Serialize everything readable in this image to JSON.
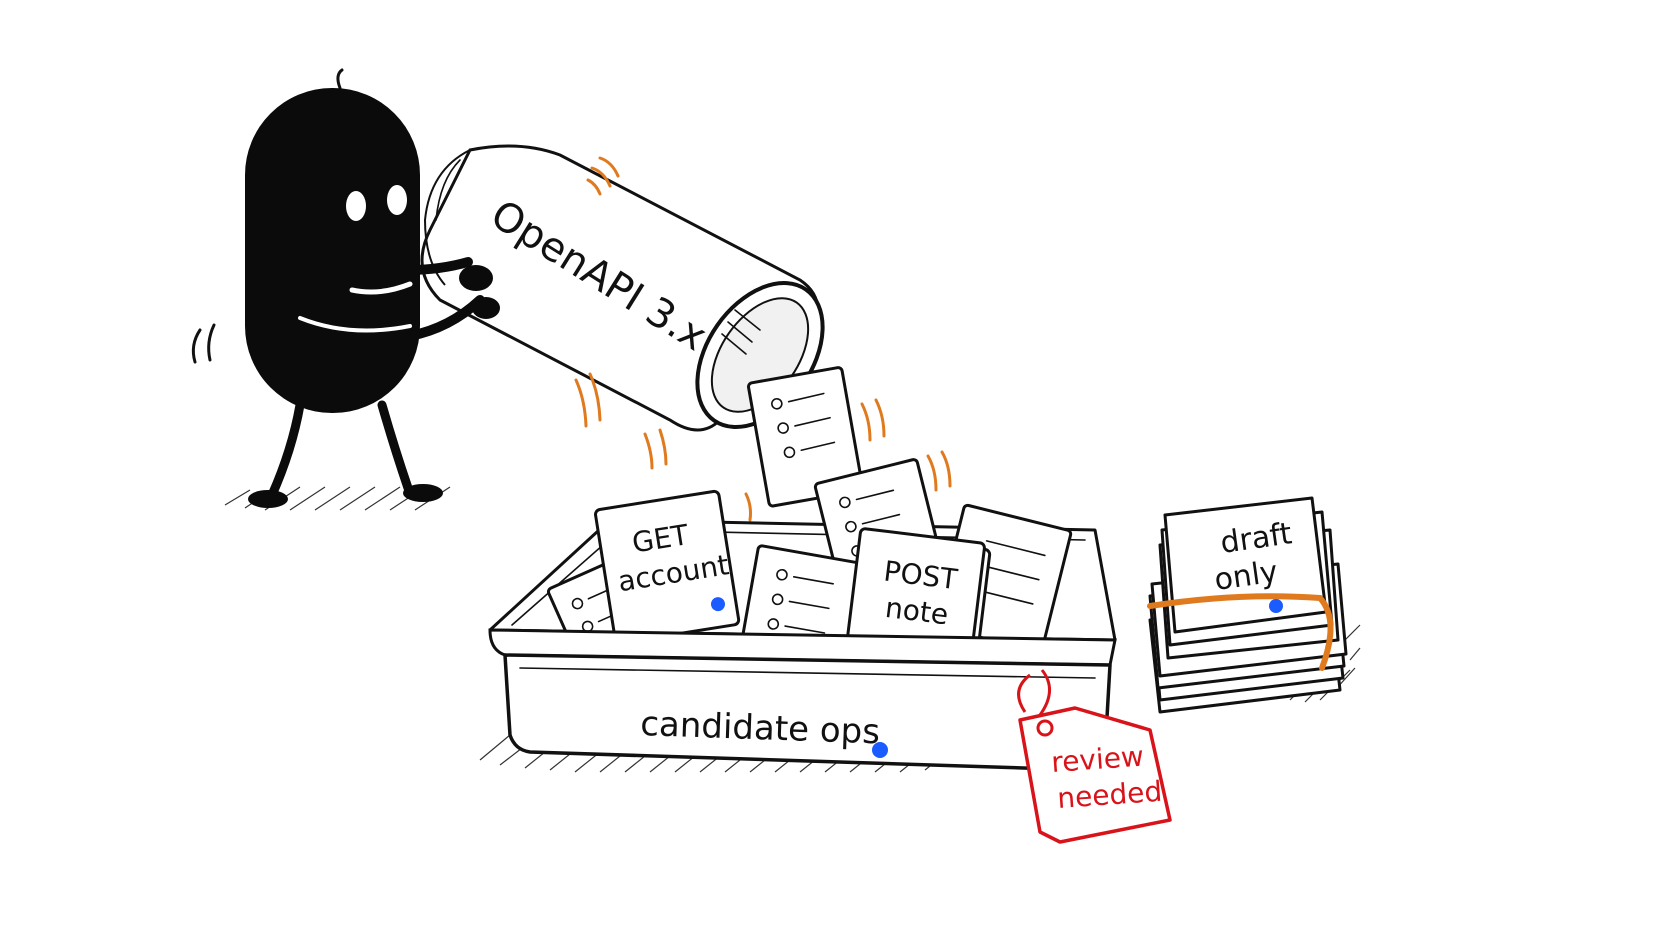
{
  "scroll": {
    "label": "OpenAPI 3.x"
  },
  "tray": {
    "label": "candidate ops"
  },
  "cards": {
    "get": {
      "line1": "GET",
      "line2": "account"
    },
    "post": {
      "line1": "POST",
      "line2": "note"
    },
    "draft": {
      "line1": "draft",
      "line2": "only"
    }
  },
  "tag": {
    "line1": "review",
    "line2": "needed"
  },
  "colors": {
    "ink": "#111111",
    "accent_orange": "#e07a1f",
    "dot_blue": "#1a5cff",
    "tag_red": "#d8141a"
  }
}
